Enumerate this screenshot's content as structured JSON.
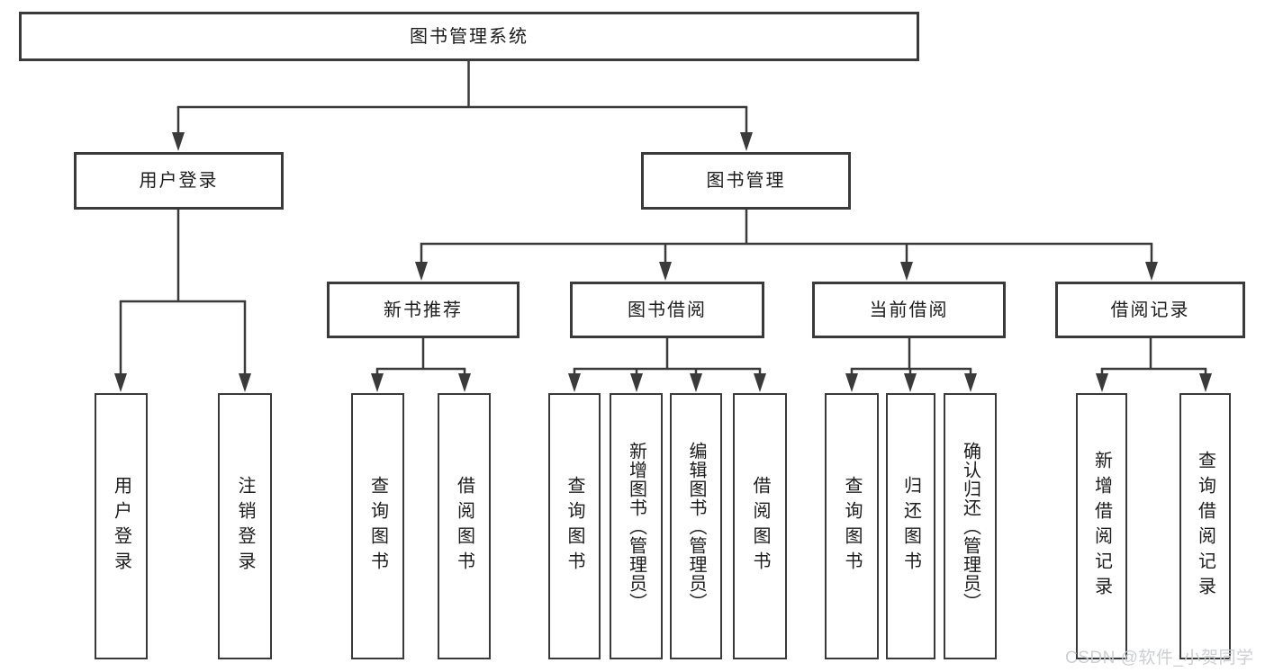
{
  "colors": {
    "line": "#3a3a3a",
    "node_border": "#3a3a3a",
    "node_text": "#1c1c1c",
    "background": "#ffffff",
    "watermark": "#c9cbcf"
  },
  "diagram": {
    "tree": {
      "label": "图书管理系统",
      "children": [
        {
          "label": "用户登录",
          "children": [
            {
              "label": "用户登录"
            },
            {
              "label": "注销登录"
            }
          ]
        },
        {
          "label": "图书管理",
          "children": [
            {
              "label": "新书推荐",
              "children": [
                {
                  "label": "查询图书"
                },
                {
                  "label": "借阅图书"
                }
              ]
            },
            {
              "label": "图书借阅",
              "children": [
                {
                  "label": "查询图书"
                },
                {
                  "label": "新增图书（管理员）"
                },
                {
                  "label": "编辑图书（管理员）"
                },
                {
                  "label": "借阅图书"
                }
              ]
            },
            {
              "label": "当前借阅",
              "children": [
                {
                  "label": "查询图书"
                },
                {
                  "label": "归还图书"
                },
                {
                  "label": "确认归还（管理员）"
                }
              ]
            },
            {
              "label": "借阅记录",
              "children": [
                {
                  "label": "新增借阅记录"
                },
                {
                  "label": "查询借阅记录"
                }
              ]
            }
          ]
        }
      ]
    }
  },
  "watermark": {
    "text": "CSDN @软件_小贺同学"
  }
}
